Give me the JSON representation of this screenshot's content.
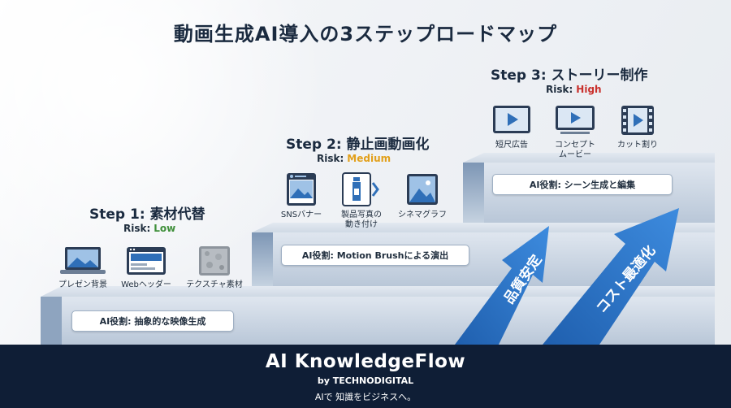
{
  "title": "動画生成AI導入の3ステップロードマップ",
  "colors": {
    "low": "#3f8f3a",
    "medium": "#e2a01b",
    "high": "#c9302c",
    "footer_bg": "#0f1e36",
    "arrow": "#2f78c9"
  },
  "steps": [
    {
      "title": "Step 1: 素材代替",
      "risk_label": "Risk:",
      "risk_level": "Low",
      "items": [
        {
          "label": "プレゼン背景",
          "icon": "laptop-image-icon"
        },
        {
          "label": "Webヘッダー",
          "icon": "browser-window-icon"
        },
        {
          "label": "テクスチャ素材",
          "icon": "texture-icon"
        }
      ],
      "role": "AI役割: 抽象的な映像生成"
    },
    {
      "title": "Step 2: 静止画動画化",
      "risk_label": "Risk:",
      "risk_level": "Medium",
      "items": [
        {
          "label": "SNSバナー",
          "icon": "social-post-icon"
        },
        {
          "label": "製品写真の",
          "label2": "動き付け",
          "icon": "bottle-motion-icon"
        },
        {
          "label": "シネマグラフ",
          "icon": "landscape-image-icon"
        }
      ],
      "role": "AI役割: Motion Brushによる演出"
    },
    {
      "title": "Step 3: ストーリー制作",
      "risk_label": "Risk:",
      "risk_level": "High",
      "items": [
        {
          "label": "短尺広告",
          "icon": "monitor-play-icon"
        },
        {
          "label": "コンセプト",
          "label2": "ムービー",
          "icon": "screen-play-icon"
        },
        {
          "label": "カット割り",
          "icon": "film-strip-icon"
        }
      ],
      "role": "AI役割: シーン生成と編集"
    }
  ],
  "arrows": [
    {
      "label": "品質安定"
    },
    {
      "label": "コスト最適化"
    }
  ],
  "footer": {
    "brand": "AI KnowledgeFlow",
    "byline": "by TECHNODIGITAL",
    "tagline": "AIで 知識をビジネスへ。"
  }
}
